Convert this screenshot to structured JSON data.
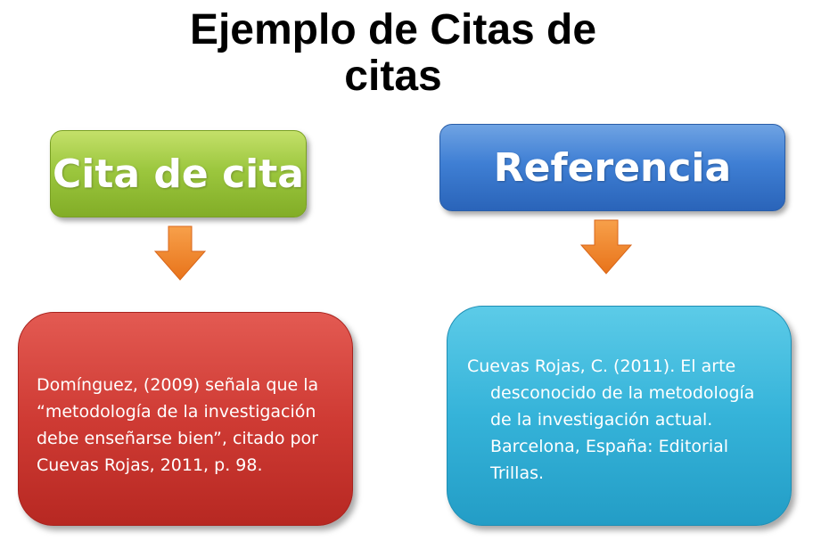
{
  "title": {
    "line1": "Ejemplo de Citas de",
    "line2": "citas"
  },
  "left": {
    "header": "Cita de cita",
    "content_lines": [
      "Domínguez, (2009) señala que la",
      "“metodología de la investigación",
      "debe enseñarse bien”, citado por",
      "Cuevas Rojas, 2011, p. 98."
    ]
  },
  "right": {
    "header": "Referencia",
    "content_lines": [
      "Cuevas Rojas, C. (2011). El arte",
      "desconocido de la metodología",
      "de la investigación actual.",
      "Barcelona,  España: Editorial",
      "Trillas."
    ]
  },
  "colors": {
    "left_header": "#9cc73e",
    "right_header": "#3f7fd4",
    "left_content": "#cf3b34",
    "right_content": "#35b3d9",
    "arrow": "#f07f1e"
  }
}
